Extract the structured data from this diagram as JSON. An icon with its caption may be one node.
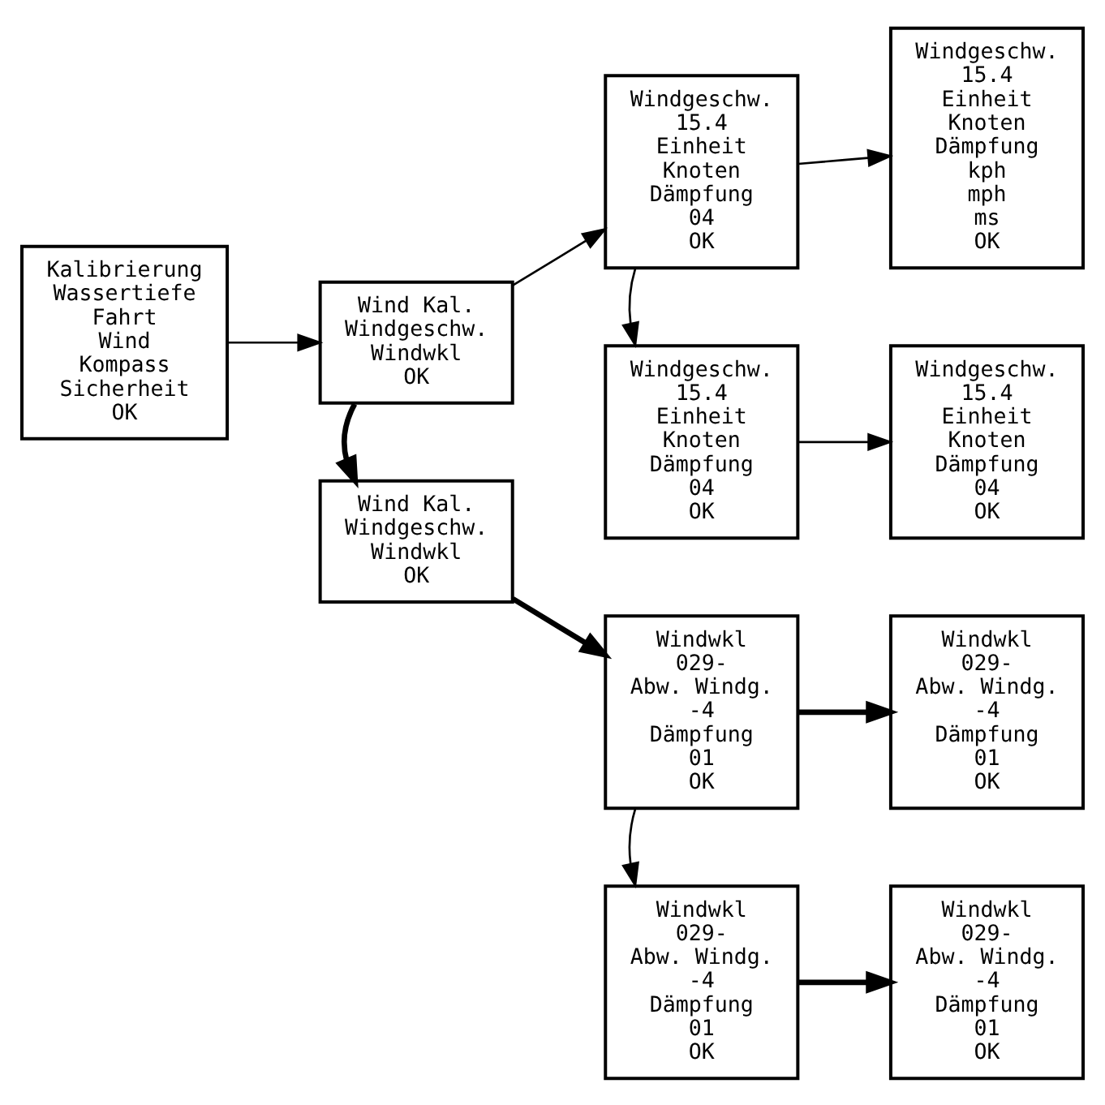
{
  "diagram": {
    "nodes": [
      {
        "text": [
          "Kalibrierung",
          "Wassertiefe",
          "Fahrt",
          "Wind",
          "Kompass",
          "Sicherheit",
          "OK"
        ]
      },
      {
        "text": [
          "Wind Kal.",
          "Windgeschw.",
          "Windwkl",
          "OK"
        ]
      },
      {
        "text": [
          "Windgeschw.",
          "15.4",
          "Einheit",
          "Knoten",
          "Dämpfung",
          "04",
          "OK"
        ]
      },
      {
        "text": [
          "Windgeschw.",
          "15.4",
          "Einheit",
          "Knoten",
          "Dämpfung",
          "kph",
          "mph",
          "ms",
          "OK"
        ]
      },
      {
        "text": [
          "Windgeschw.",
          "15.4",
          "Einheit",
          "Knoten",
          "Dämpfung",
          "04",
          "OK"
        ]
      },
      {
        "text": [
          "Windgeschw.",
          "15.4",
          "Einheit",
          "Knoten",
          "Dämpfung",
          "04",
          "OK"
        ]
      },
      {
        "text": [
          "Wind Kal.",
          "Windgeschw.",
          "Windwkl",
          "OK"
        ]
      },
      {
        "text": [
          "Windwkl",
          "029-",
          "Abw. Windg.",
          "-4",
          "Dämpfung",
          "01",
          "OK"
        ]
      },
      {
        "text": [
          "Windwkl",
          "029-",
          "Abw. Windg.",
          "-4",
          "Dämpfung",
          "01",
          "OK"
        ]
      },
      {
        "text": [
          "Windwkl",
          "029-",
          "Abw. Windg.",
          "-4",
          "Dämpfung",
          "01",
          "OK"
        ]
      },
      {
        "text": [
          "Windwkl",
          "029-",
          "Abw. Windg.",
          "-4",
          "Dämpfung",
          "01",
          "OK"
        ]
      }
    ],
    "edges": [
      {
        "from": 0,
        "to": 1,
        "arrow": "to"
      },
      {
        "from": 1,
        "to": 2,
        "arrow": "to"
      },
      {
        "from": 2,
        "to": 3,
        "arrow": "to"
      },
      {
        "from": 2,
        "to": 4,
        "arrow": "to"
      },
      {
        "from": 4,
        "to": 5,
        "arrow": "to"
      },
      {
        "from": 1,
        "to": 6,
        "arrow": "to",
        "style": "thick"
      },
      {
        "from": 6,
        "to": 7,
        "arrow": "to",
        "style": "thick"
      },
      {
        "from": 7,
        "to": 8,
        "arrow": "to",
        "style": "thick"
      },
      {
        "from": 7,
        "to": 9,
        "arrow": "to"
      },
      {
        "from": 9,
        "to": 10,
        "arrow": "to",
        "style": "thick"
      }
    ]
  }
}
